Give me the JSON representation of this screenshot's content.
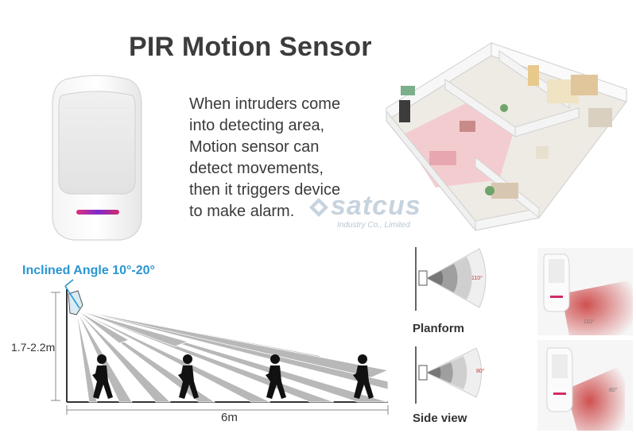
{
  "title": "PIR Motion Sensor",
  "description": [
    "When intruders come",
    "into detecting area,",
    "Motion sensor can",
    "detect movements,",
    "then it triggers device",
    "to make alarm."
  ],
  "watermark": {
    "brand": "satcus",
    "subtitle": "Industry Co., Limited"
  },
  "diagram": {
    "angle_label": "Inclined Angle 10°-20°",
    "height_label": "1.7-2.2m",
    "distance_label": "6m"
  },
  "views": {
    "planform_label": "Planform",
    "planform_angle": "110°",
    "sideview_label": "Side view",
    "sideview_angle": "80°",
    "photo1_angle": "110°",
    "photo2_angle": "80°"
  },
  "colors": {
    "accent": "#2a95d0",
    "detection": "#d23a3a",
    "led": "#b0207a"
  }
}
